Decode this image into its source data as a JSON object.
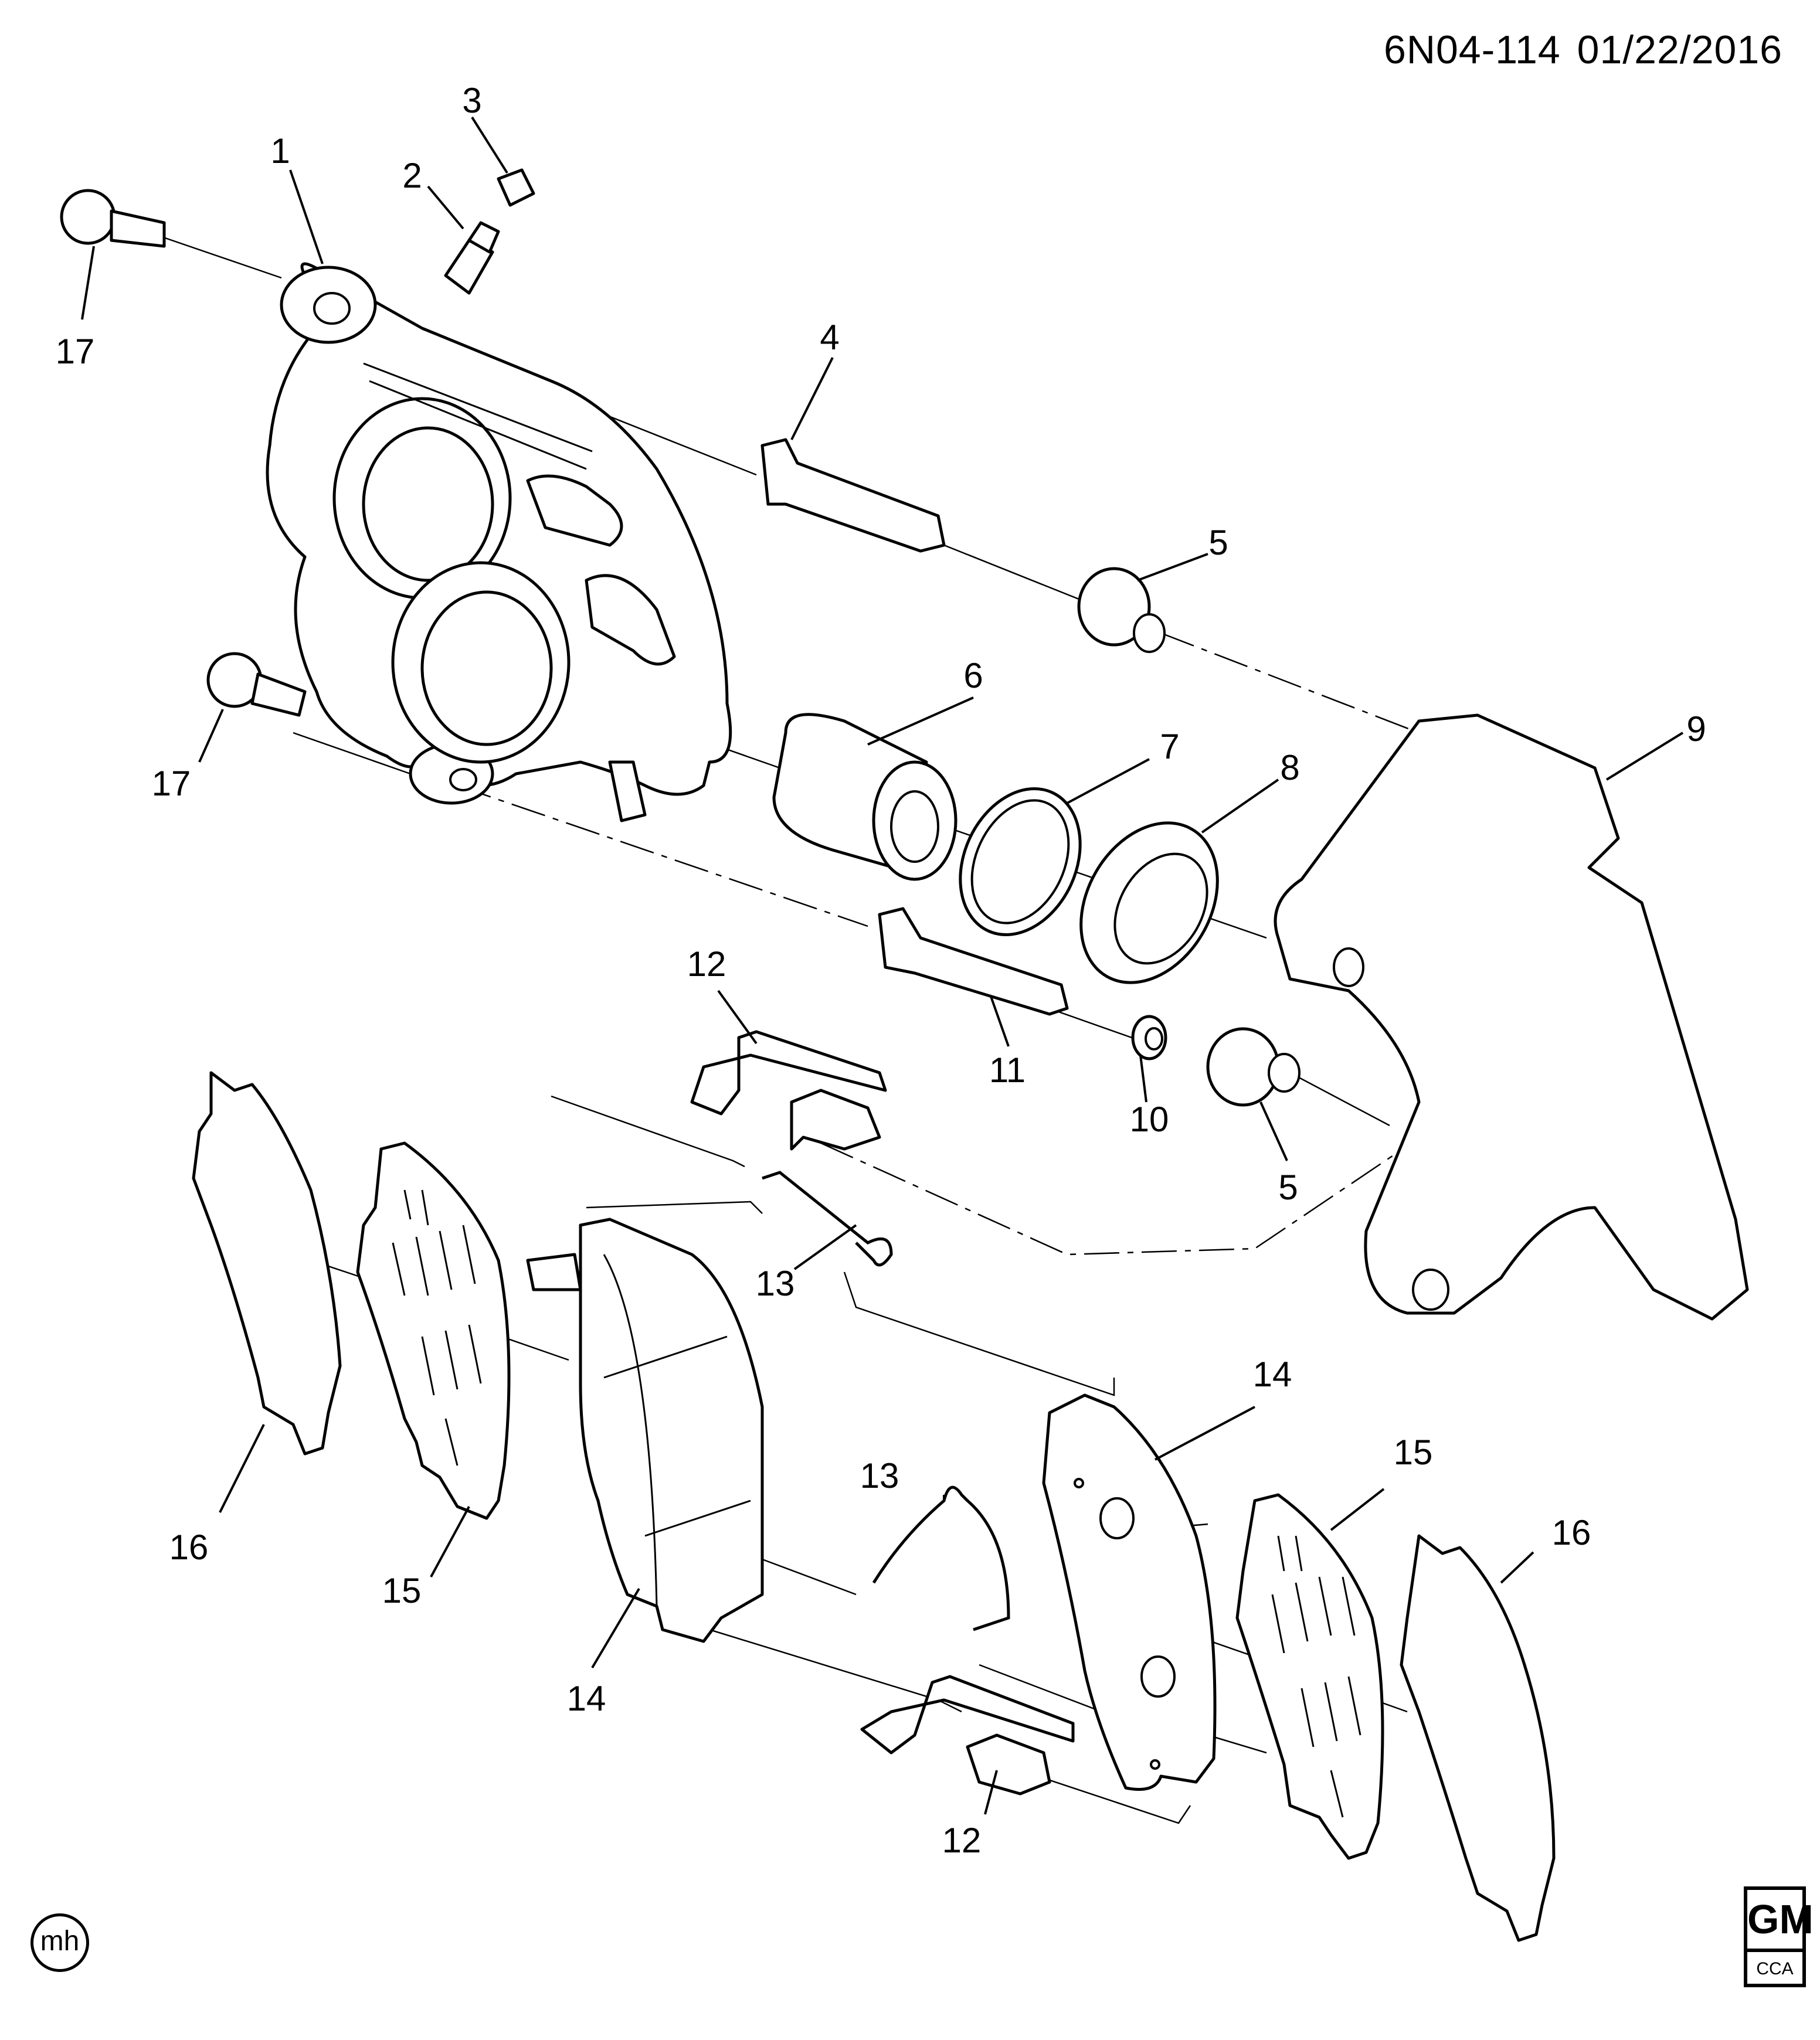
{
  "header": {
    "diagram_id": "6N04-114",
    "date": "01/22/2016"
  },
  "callouts": [
    {
      "id": "c1",
      "label": "1"
    },
    {
      "id": "c2",
      "label": "2"
    },
    {
      "id": "c3",
      "label": "3"
    },
    {
      "id": "c4",
      "label": "4"
    },
    {
      "id": "c5a",
      "label": "5"
    },
    {
      "id": "c5b",
      "label": "5"
    },
    {
      "id": "c6",
      "label": "6"
    },
    {
      "id": "c7",
      "label": "7"
    },
    {
      "id": "c8",
      "label": "8"
    },
    {
      "id": "c9",
      "label": "9"
    },
    {
      "id": "c10",
      "label": "10"
    },
    {
      "id": "c11",
      "label": "11"
    },
    {
      "id": "c12a",
      "label": "12"
    },
    {
      "id": "c12b",
      "label": "12"
    },
    {
      "id": "c13a",
      "label": "13"
    },
    {
      "id": "c13b",
      "label": "13"
    },
    {
      "id": "c14a",
      "label": "14"
    },
    {
      "id": "c14b",
      "label": "14"
    },
    {
      "id": "c15a",
      "label": "15"
    },
    {
      "id": "c15b",
      "label": "15"
    },
    {
      "id": "c16a",
      "label": "16"
    },
    {
      "id": "c16b",
      "label": "16"
    },
    {
      "id": "c17a",
      "label": "17"
    },
    {
      "id": "c17b",
      "label": "17"
    }
  ],
  "marks": {
    "artist_initials": "mh",
    "logo_brand": "GM",
    "logo_sub": "CCA"
  }
}
